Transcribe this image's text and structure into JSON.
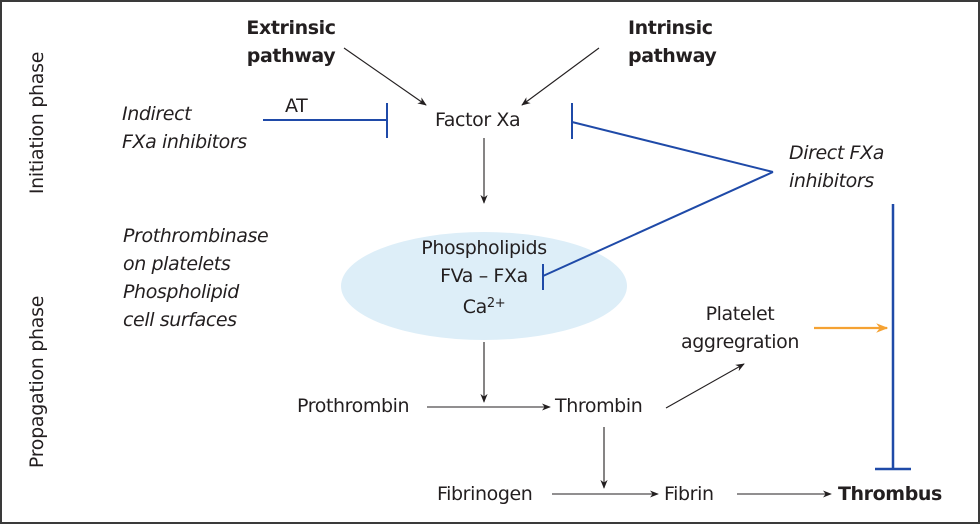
{
  "phases": {
    "initiation": "Initiation phase",
    "propagation": "Propagation phase"
  },
  "nodes": {
    "extrinsic_line1": "Extrinsic",
    "extrinsic_line2": "pathway",
    "intrinsic_line1": "Intrinsic",
    "intrinsic_line2": "pathway",
    "factor_xa": "Factor Xa",
    "at": "AT",
    "indirect_line1": "Indirect",
    "indirect_line2": "FXa inhibitors",
    "direct_line1": "Direct FXa",
    "direct_line2": "inhibitors",
    "prothrombinase_lines": [
      "Prothrombinase",
      "on platelets",
      "Phospholipid",
      "cell surfaces"
    ],
    "complex_line1": "Phospholipids",
    "complex_line2": "FVa – FXa",
    "complex_line3_base": "Ca",
    "complex_line3_sup": "2+",
    "platelet_line1": "Platelet",
    "platelet_line2": "aggregration",
    "prothrombin": "Prothrombin",
    "thrombin": "Thrombin",
    "fibrinogen": "Fibrinogen",
    "fibrin": "Fibrin",
    "thrombus": "Thrombus"
  },
  "colors": {
    "arrow": "#231f20",
    "inhibition": "#1f4aa8",
    "platelet_arrow": "#f5a233",
    "complex_fill": "#ddeef8"
  }
}
